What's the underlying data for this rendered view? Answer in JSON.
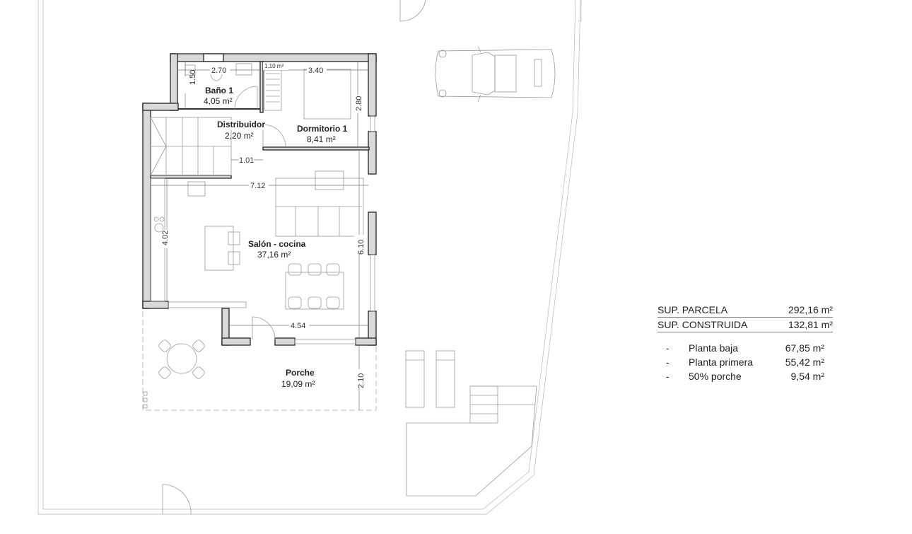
{
  "plan": {
    "rooms": [
      {
        "name": "Baño 1",
        "area": "4,05 m²"
      },
      {
        "name": "Distribuidor",
        "area": "2,20 m²"
      },
      {
        "name": "Dormitorio 1",
        "area": "8,41 m²"
      },
      {
        "name": "Salón - cocina",
        "area": "37,16 m²"
      },
      {
        "name": "Porche",
        "area": "19,09 m²"
      }
    ],
    "dimensions": {
      "bano_width": "2.70",
      "bano_height": "1.50",
      "closet": "1,10 m²",
      "dorm_width": "3.40",
      "dorm_height": "2.80",
      "distrib": "1.01",
      "salon_width": "7.12",
      "salon_left": "4.02",
      "salon_right": "6.10",
      "front_width": "4.54",
      "porch_depth": "2.10"
    }
  },
  "summary": {
    "rows": [
      {
        "label": "SUP. PARCELA",
        "value": "292,16 m²"
      },
      {
        "label": "SUP. CONSTRUIDA",
        "value": "132,81 m²"
      }
    ],
    "breakdown": [
      {
        "bullet": "-",
        "label": "Planta baja",
        "value": "67,85 m²"
      },
      {
        "bullet": "-",
        "label": "Planta primera",
        "value": "55,42 m²"
      },
      {
        "bullet": "-",
        "label": "50% porche",
        "value": "9,54 m²"
      }
    ]
  },
  "colors": {
    "wall_fill": "#d9d9d9",
    "wall_stroke": "#333333",
    "line": "#9a9a9a"
  }
}
